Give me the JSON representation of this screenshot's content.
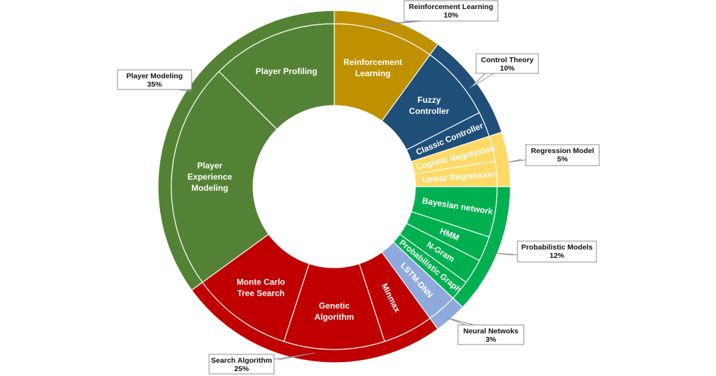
{
  "chart_data": {
    "type": "sunburst",
    "title": "",
    "start": "top",
    "direction": "clockwise",
    "categories": [
      {
        "name": "Reinforcement Learning",
        "percent_label": "10%",
        "value": 10,
        "color": "#BF9000",
        "children": [
          {
            "name": "Reinforcement Learning",
            "lines": [
              "Reinforcement",
              "Learning"
            ],
            "value": 10
          }
        ]
      },
      {
        "name": "Control Theory",
        "percent_label": "10%",
        "value": 10,
        "color": "#1F4E79",
        "children": [
          {
            "name": "Fuzzy Controller",
            "lines": [
              "Fuzzy",
              "Controller"
            ],
            "value": 7.5
          },
          {
            "name": "Classic Controller",
            "lines": [
              "Classic Controller"
            ],
            "value": 2.5
          }
        ]
      },
      {
        "name": "Regression Model",
        "percent_label": "5%",
        "value": 5,
        "color": "#FFD966",
        "children": [
          {
            "name": "Logistic Regression",
            "lines": [
              "Logistic Regression"
            ],
            "value": 2.5
          },
          {
            "name": "Linear Regression",
            "lines": [
              "Linear Regression"
            ],
            "value": 2.5
          }
        ]
      },
      {
        "name": "Probabilistic Models",
        "percent_label": "12%",
        "value": 12,
        "color": "#00B050",
        "children": [
          {
            "name": "Bayesian network",
            "lines": [
              "Bayesian network"
            ],
            "value": 5
          },
          {
            "name": "HMM",
            "lines": [
              "HMM"
            ],
            "value": 2.5
          },
          {
            "name": "N-Gram",
            "lines": [
              "N-Gram"
            ],
            "value": 2.5
          },
          {
            "name": "Probabilistic Graph",
            "lines": [
              "Probabilistic Graph"
            ],
            "value": 2
          }
        ]
      },
      {
        "name": "Neural Netwoks",
        "percent_label": "3%",
        "value": 3,
        "color": "#8EA9DB",
        "children": [
          {
            "name": "LSTM-DNN",
            "lines": [
              "LSTM-DNN"
            ],
            "value": 3
          }
        ]
      },
      {
        "name": "Search Algorithm",
        "percent_label": "25%",
        "value": 25,
        "color": "#C00000",
        "children": [
          {
            "name": "Minmax",
            "lines": [
              "Minmax"
            ],
            "value": 5
          },
          {
            "name": "Genetic Algorithm",
            "lines": [
              "Genetic",
              "Algorithm"
            ],
            "value": 10
          },
          {
            "name": "Monte Carlo Tree Search",
            "lines": [
              "Monte Carlo",
              "Tree Search"
            ],
            "value": 10
          }
        ]
      },
      {
        "name": "Player Modeling",
        "percent_label": "35%",
        "value": 35,
        "color": "#548235",
        "children": [
          {
            "name": "Player Experience Modeling",
            "lines": [
              "Player",
              "Experience",
              "Modeling"
            ],
            "value": 22.5
          },
          {
            "name": "Player Profiling",
            "lines": [
              "Player Profiling"
            ],
            "value": 12.5
          }
        ]
      }
    ]
  }
}
